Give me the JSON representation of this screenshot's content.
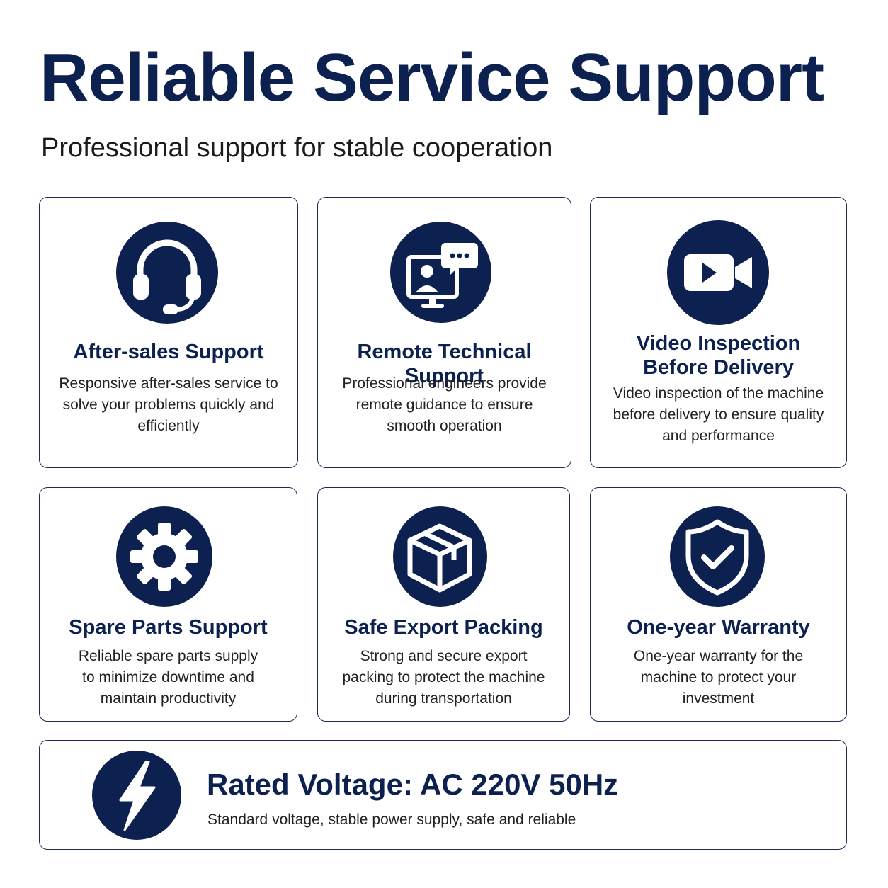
{
  "header": {
    "title": "Reliable Service Support",
    "subtitle": "Professional support for stable cooperation"
  },
  "colors": {
    "accent": "#0d2150",
    "border": "#1c2a55"
  },
  "cards": [
    {
      "icon": "headset-icon",
      "title": "After-sales Support",
      "description": "Responsive after-sales service to solve your problems quickly and efficiently"
    },
    {
      "icon": "remote-support-icon",
      "title": "Remote Technical Support",
      "description": "Professional engineers provide remote guidance to ensure smooth operation"
    },
    {
      "icon": "video-camera-icon",
      "title": "Video Inspection Before Delivery",
      "description": "Video inspection of the machine before delivery to ensure quality and performance"
    },
    {
      "icon": "gear-icon",
      "title": "Spare Parts Support",
      "description": "Reliable spare parts supply to minimize downtime and maintain productivity"
    },
    {
      "icon": "package-box-icon",
      "title": "Safe Export Packing",
      "description": "Strong and secure export packing to protect the machine during transportation"
    },
    {
      "icon": "shield-check-icon",
      "title": "One-year Warranty",
      "description": "One-year warranty for the machine to protect your investment"
    }
  ],
  "voltage": {
    "icon": "lightning-bolt-icon",
    "title": "Rated Voltage: AC 220V 50Hz",
    "description": "Standard voltage, stable power supply, safe and reliable"
  }
}
